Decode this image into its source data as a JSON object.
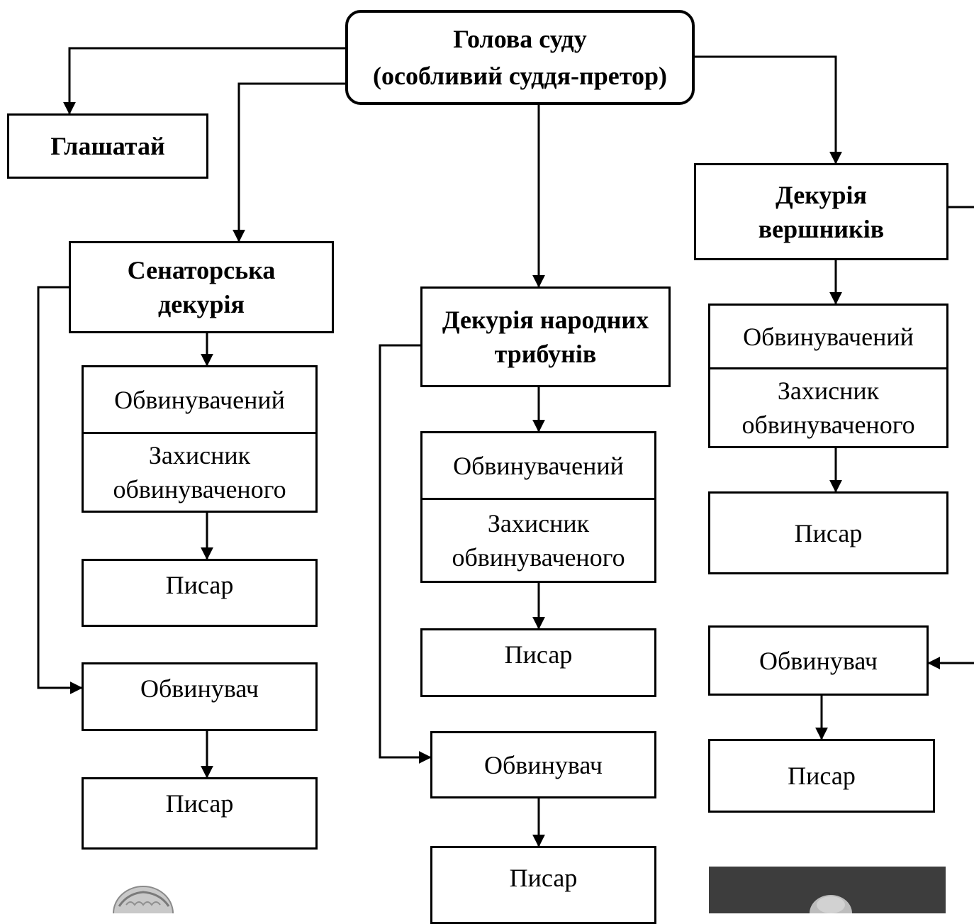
{
  "head": "Голова суду\n(особливий суддя-претор)",
  "herald": "Глашатай",
  "columns": {
    "senatorial": {
      "title": "Сенаторська\nдекурія",
      "accused": "Обвинувачений",
      "defender": "Захисник\nобвинуваченого",
      "clerk1": "Писар",
      "prosecutor": "Обвинувач",
      "clerk2": "Писар"
    },
    "tribunes": {
      "title": "Декурія народних\nтрибунів",
      "accused": "Обвинувачений",
      "defender": "Захисник\nобвинуваченого",
      "clerk1": "Писар",
      "prosecutor": "Обвинувач",
      "clerk2": "Писар"
    },
    "equestrian": {
      "title": "Декурія\nвершників",
      "accused": "Обвинувачений",
      "defender": "Захисник\nобвинуваченого",
      "clerk1": "Писар",
      "prosecutor": "Обвинувач",
      "clerk2": "Писар"
    }
  },
  "colors": {
    "line": "#000000",
    "background": "#ffffff",
    "photo_dark": "#3a3a3a"
  }
}
